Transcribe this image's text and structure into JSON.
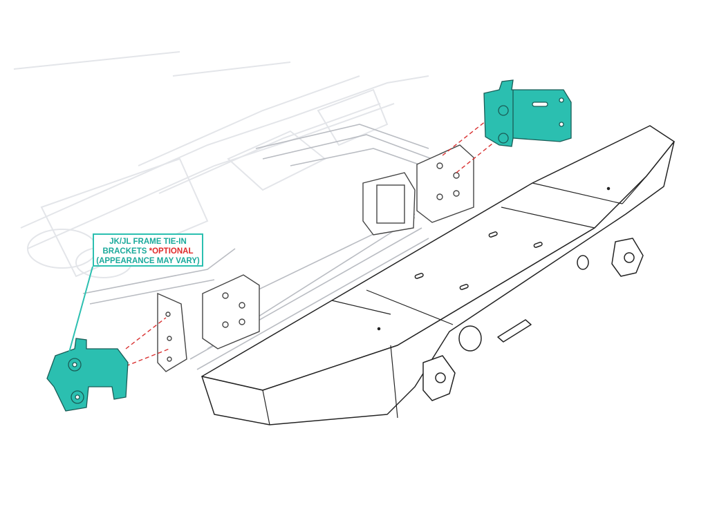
{
  "callout": {
    "line1": "JK/JL FRAME TIE-IN",
    "line2_prefix": "BRACKETS ",
    "line2_highlight": "*OPTIONAL",
    "line3": "(APPEARANCE MAY VARY)"
  },
  "colors": {
    "bracket_fill": "#2bbfb0",
    "callout_text": "#1aa99b",
    "optional_text": "#e02a2a",
    "guide_line": "#d93030",
    "frame_ghost": "#e2e4e8",
    "bumper_outline": "#222222"
  }
}
